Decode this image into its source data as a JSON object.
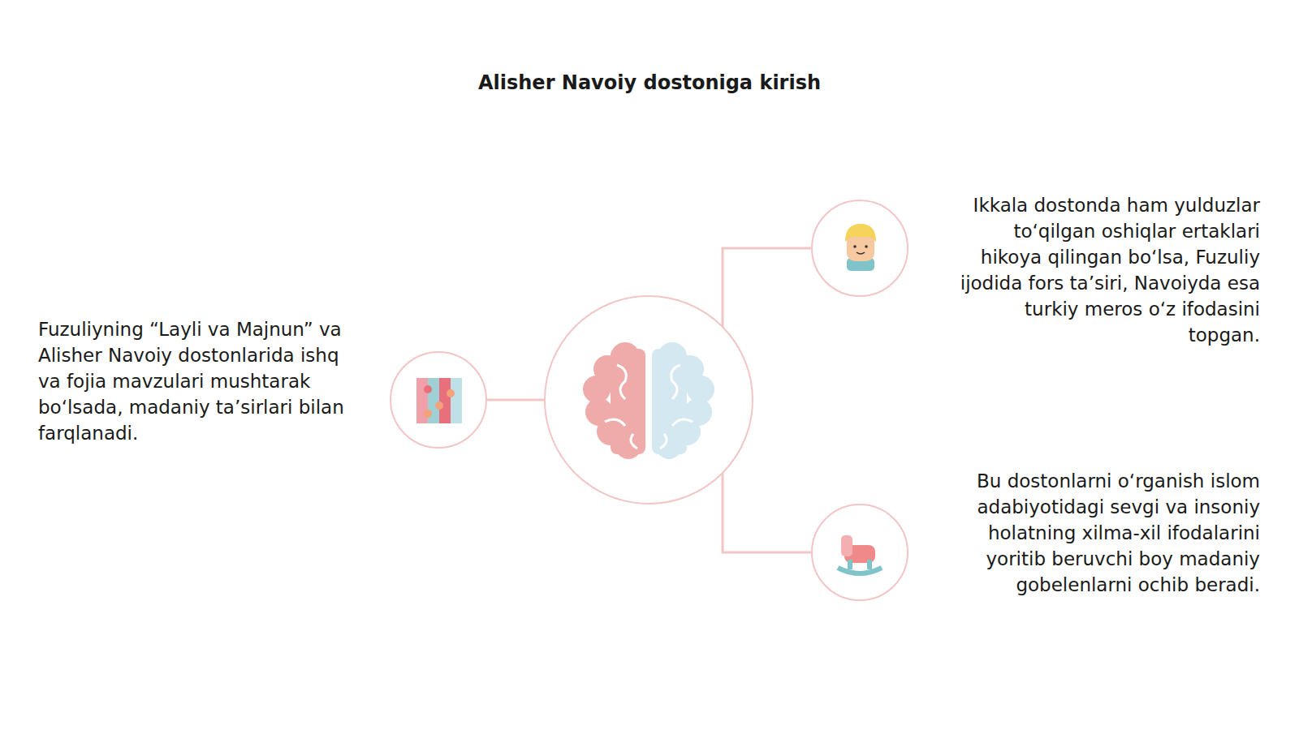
{
  "diagram": {
    "title": "Alisher Navoiy dostoniga kirish",
    "nodes": [
      {
        "text": [
          "Fuzuliyning “Layli va Majnun” va Alisher Navoiy dostonlarida ishq va fojia mavzulari mushtarak bo‘lsada, madaniy ta’sirlari bilan farqlanadi."
        ]
      },
      {
        "text": [
          "Ikkala dostonda ham yulduzlar to‘qilgan oshiqlar ertaklari hikoya qilingan bo‘lsa, Fuzuliy ijodida fors ta’siri, Navoiyda esa turkiy meros o‘z ifodasini topgan."
        ]
      },
      {
        "text": [
          "Bu dostonlarni o‘rganish islom adabiyotidagi sevgi va insoniy holatning xilma-xil ifodalarini yoritib beruvchi boy madaniy gobelenlarni ochib beradi."
        ]
      }
    ]
  }
}
